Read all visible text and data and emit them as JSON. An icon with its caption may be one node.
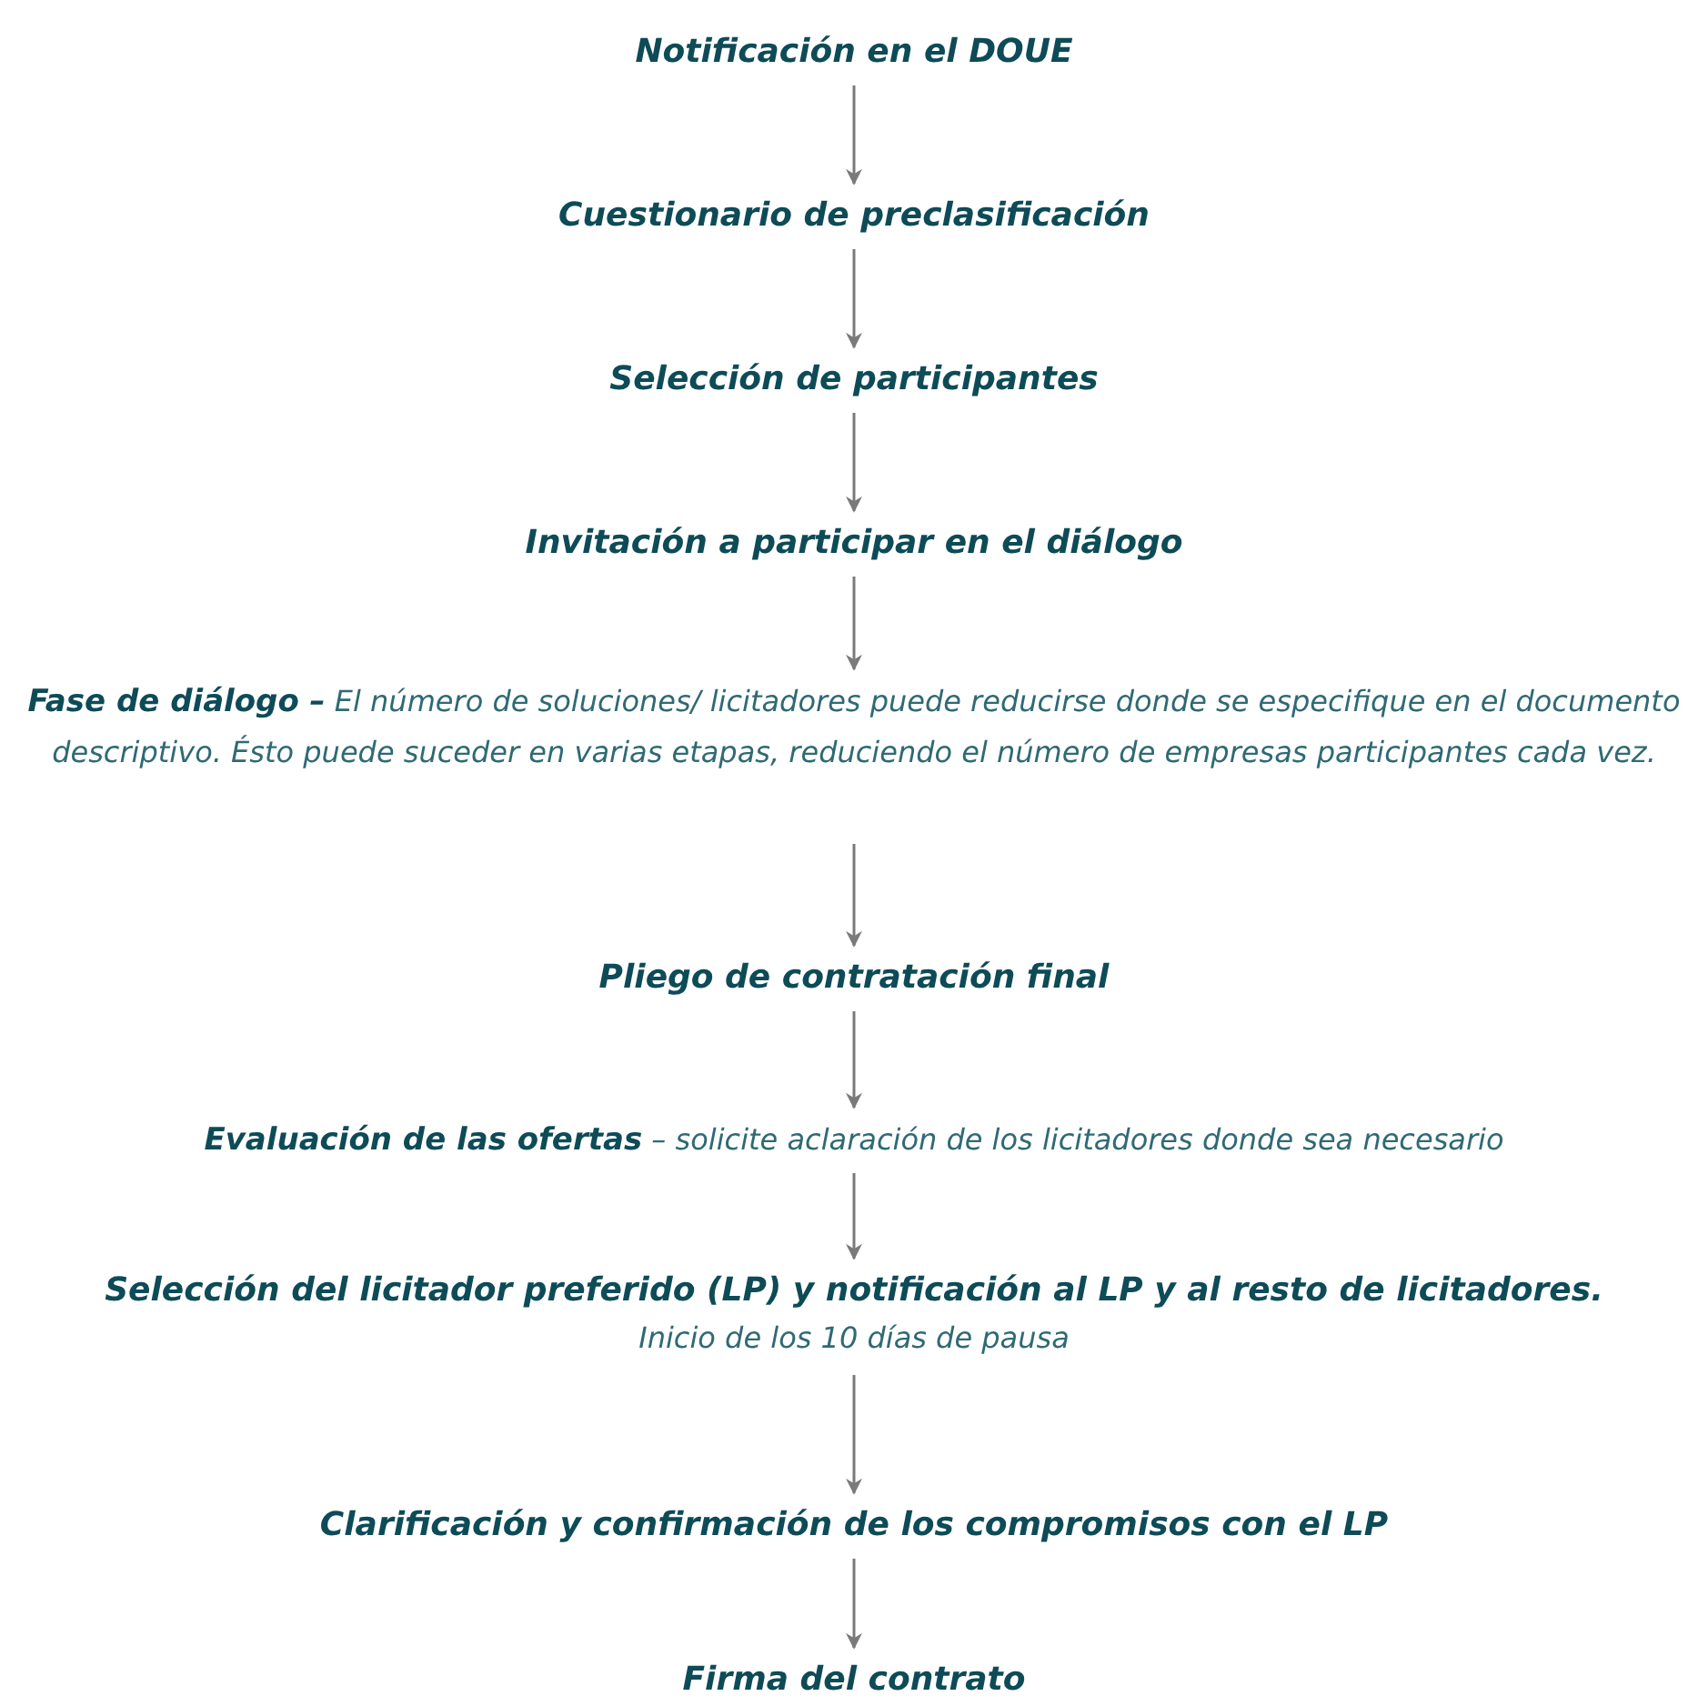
{
  "diagram": {
    "nodes": [
      {
        "text": [
          "Notificación en el DOUE"
        ]
      },
      {
        "text": [
          "Cuestionario de preclasificación"
        ]
      },
      {
        "text": [
          "Selección de participantes"
        ]
      },
      {
        "text": [
          "Invitación a participar en el diálogo"
        ]
      },
      {
        "text": [
          "**Fase de diálogo –** El número de soluciones/ licitadores puede reducirse donde se especifique en el documento descriptivo. Ésto puede suceder en varias etapas, reduciendo el número de empresas participantes cada vez."
        ]
      },
      {
        "text": [
          "Pliego de contratación final"
        ]
      },
      {
        "text": [
          "**Evaluación de las ofertas** – solicite aclaración de los licitadores donde sea necesario"
        ]
      },
      {
        "text": [
          "Selección del licitador preferido (LP) y notificación al LP y al resto de licitadores.",
          "Inicio de los 10 días de pausa"
        ]
      },
      {
        "text": [
          "Clarificación y confirmación de los compromisos con el LP"
        ]
      },
      {
        "text": [
          "Firma del contrato"
        ]
      }
    ],
    "edges": [
      {
        "from": 0,
        "to": 1,
        "arrow": "to"
      },
      {
        "from": 1,
        "to": 2,
        "arrow": "to"
      },
      {
        "from": 2,
        "to": 3,
        "arrow": "to"
      },
      {
        "from": 3,
        "to": 4,
        "arrow": "to"
      },
      {
        "from": 4,
        "to": 5,
        "arrow": "to"
      },
      {
        "from": 5,
        "to": 6,
        "arrow": "to"
      },
      {
        "from": 6,
        "to": 7,
        "arrow": "to"
      },
      {
        "from": 7,
        "to": 8,
        "arrow": "to"
      },
      {
        "from": 8,
        "to": 9,
        "arrow": "to"
      }
    ]
  }
}
